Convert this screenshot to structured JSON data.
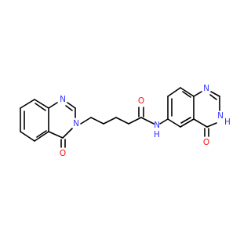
{
  "molecule": {
    "atom_labels": {
      "n1_left": "N",
      "n3_left": "N",
      "o_left": "O",
      "o_amide": "O",
      "n_amide": "N",
      "h_amide": "H",
      "n1_right": "N",
      "n3_right": "N",
      "h_n3_right": "H",
      "o_right": "O"
    },
    "colors": {
      "bond": "#000000",
      "nitrogen": "#3333ff",
      "oxygen": "#ff0d0d"
    }
  }
}
